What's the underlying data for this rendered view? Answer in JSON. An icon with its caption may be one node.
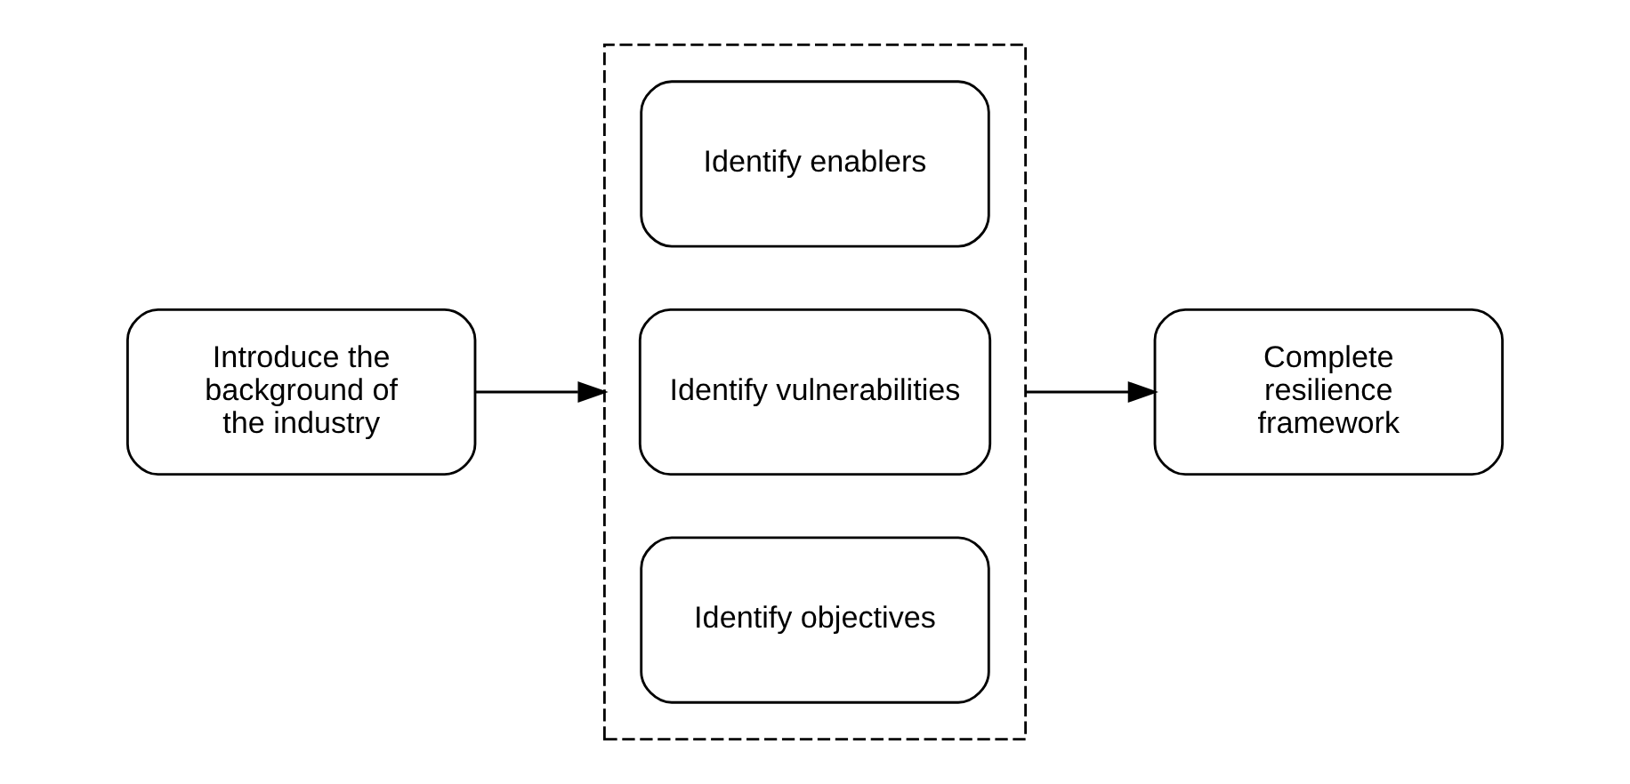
{
  "diagram": {
    "nodes": [
      {
        "text": [
          "Introduce the background of the industry"
        ]
      },
      {
        "text": [],
        "shape": "box"
      },
      {
        "text": [
          "Identify enablers"
        ],
        "in": 1
      },
      {
        "text": [
          "Identify vulnerabilities"
        ],
        "in": 1
      },
      {
        "text": [
          "Identify objectives"
        ],
        "in": 1
      },
      {
        "text": [
          "Complete resilience framework"
        ]
      }
    ],
    "edges": [
      {
        "from": 0,
        "to": 1,
        "arrow": "to"
      },
      {
        "from": 1,
        "to": 5,
        "arrow": "to"
      }
    ]
  }
}
